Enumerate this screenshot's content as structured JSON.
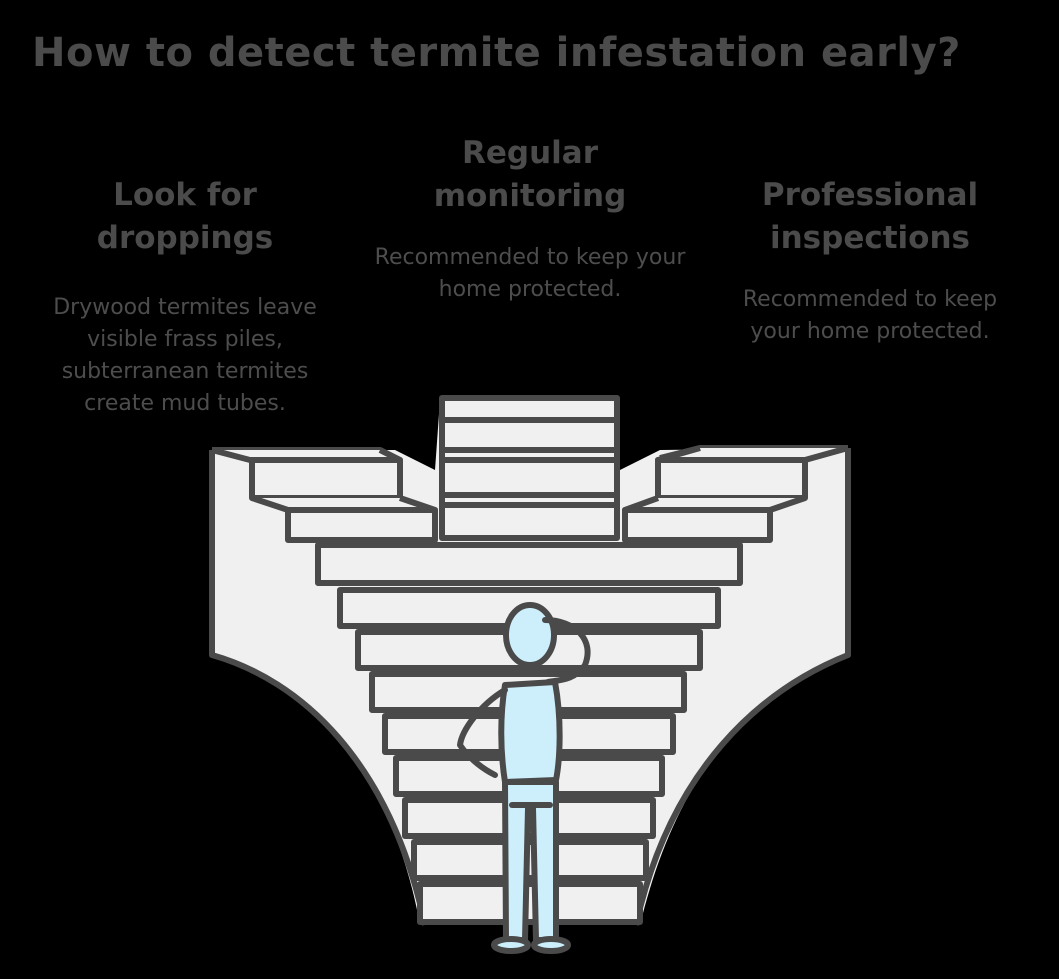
{
  "title": "How to detect termite infestation early?",
  "columns": [
    {
      "heading_line1": "Look for",
      "heading_line2": "droppings",
      "description": "Drywood termites leave visible frass piles, subterranean termites create mud tubes."
    },
    {
      "heading_line1": "Regular",
      "heading_line2": "monitoring",
      "description": "Recommended to keep your home protected."
    },
    {
      "heading_line1": "Professional",
      "heading_line2": "inspections",
      "description": "Recommended to keep your home protected."
    }
  ],
  "illustration": {
    "subject": "person-at-foot-of-staircase-icon",
    "paths": 3,
    "colors": {
      "outline": "#4a4a4a",
      "fill": "#f0f0f0",
      "person": "#cdeffc",
      "background": "#000000"
    }
  }
}
